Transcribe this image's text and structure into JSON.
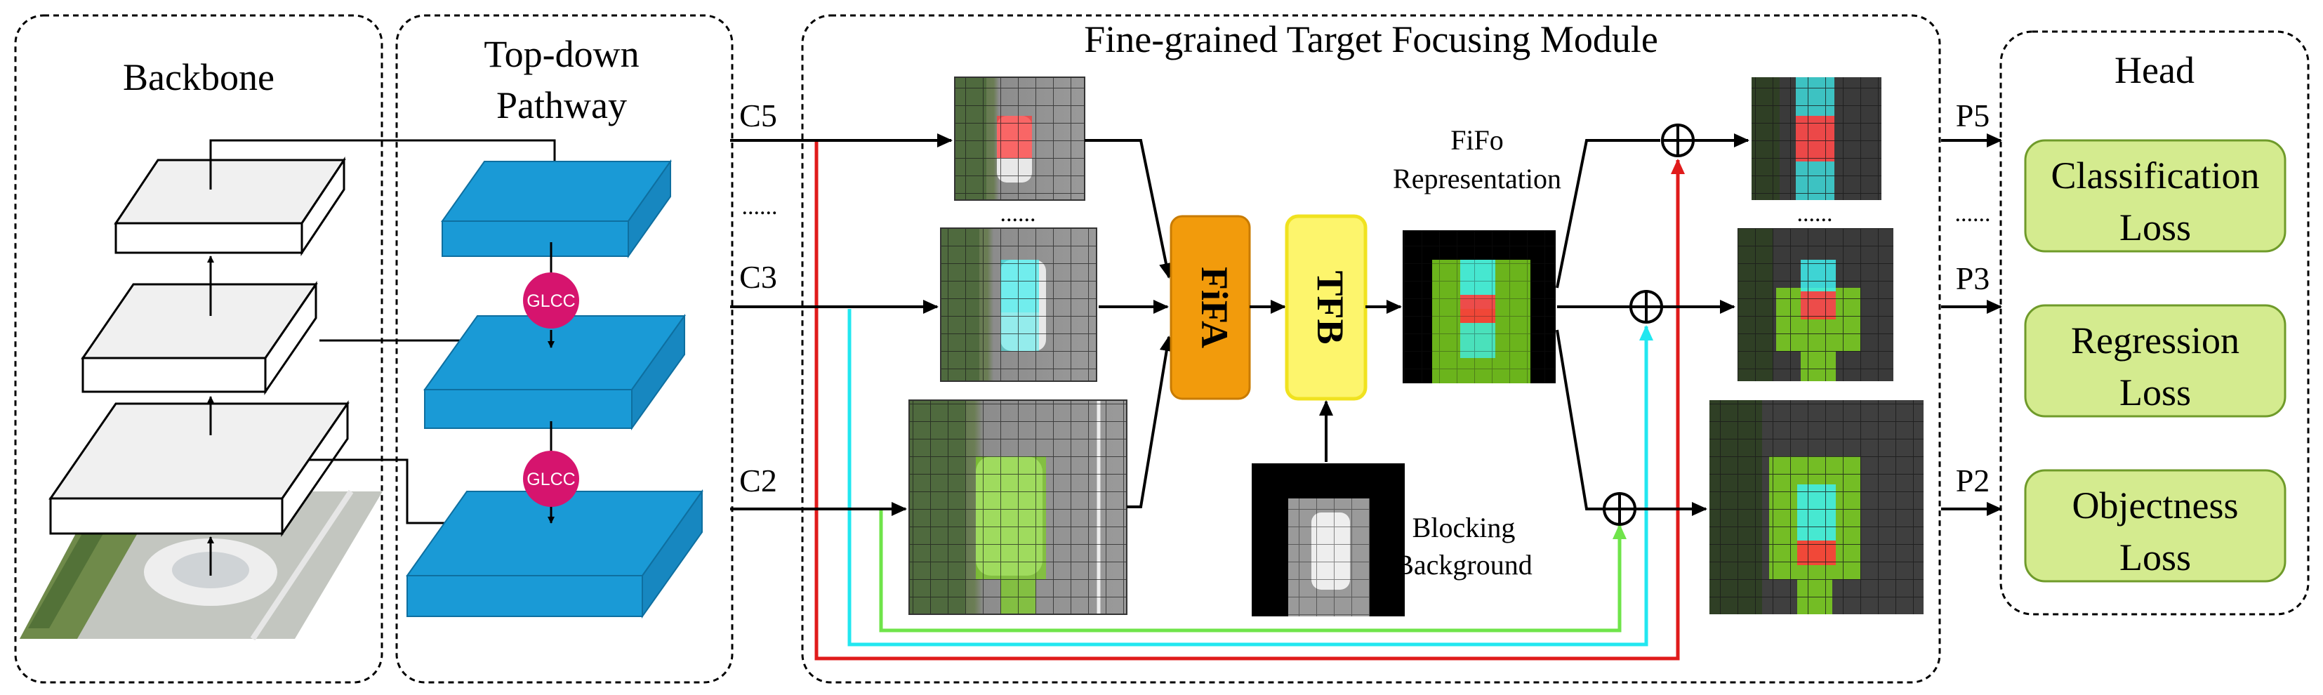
{
  "backbone": {
    "title": "Backbone"
  },
  "pathway": {
    "title_line1": "Top-down",
    "title_line2": "Pathway",
    "node_label": "GLCC"
  },
  "module": {
    "title": "Fine-grained Target Focusing Module",
    "inputs": [
      "C5",
      "C3",
      "C2"
    ],
    "ellipsis": "......",
    "fifa_label": "FiFA",
    "tfb_label": "TFB",
    "fifo_line1": "FiFo",
    "fifo_line2": "Representation",
    "blocking_line1": "Blocking",
    "blocking_line2": "Background",
    "sum_symbol": "⊕"
  },
  "outputs": [
    "P5",
    "P3",
    "P2"
  ],
  "head": {
    "title": "Head",
    "losses": [
      {
        "line1": "Classification",
        "line2": "Loss"
      },
      {
        "line1": "Regression",
        "line2": "Loss"
      },
      {
        "line1": "Objectness",
        "line2": "Loss"
      }
    ]
  },
  "colors": {
    "feature_blue": "#1a9ad6",
    "glcc_magenta": "#d6146e",
    "fifa_orange": "#f29b0c",
    "tfb_yellow": "#fdf56c",
    "loss_green": "#d4eb8f",
    "skip_red": "#e01b1b",
    "skip_cyan": "#22e7f0",
    "skip_green": "#6fe44a",
    "highlight_green": "#7ed321",
    "highlight_red": "#ff3b3b",
    "highlight_cyan": "#3ff0f0"
  }
}
